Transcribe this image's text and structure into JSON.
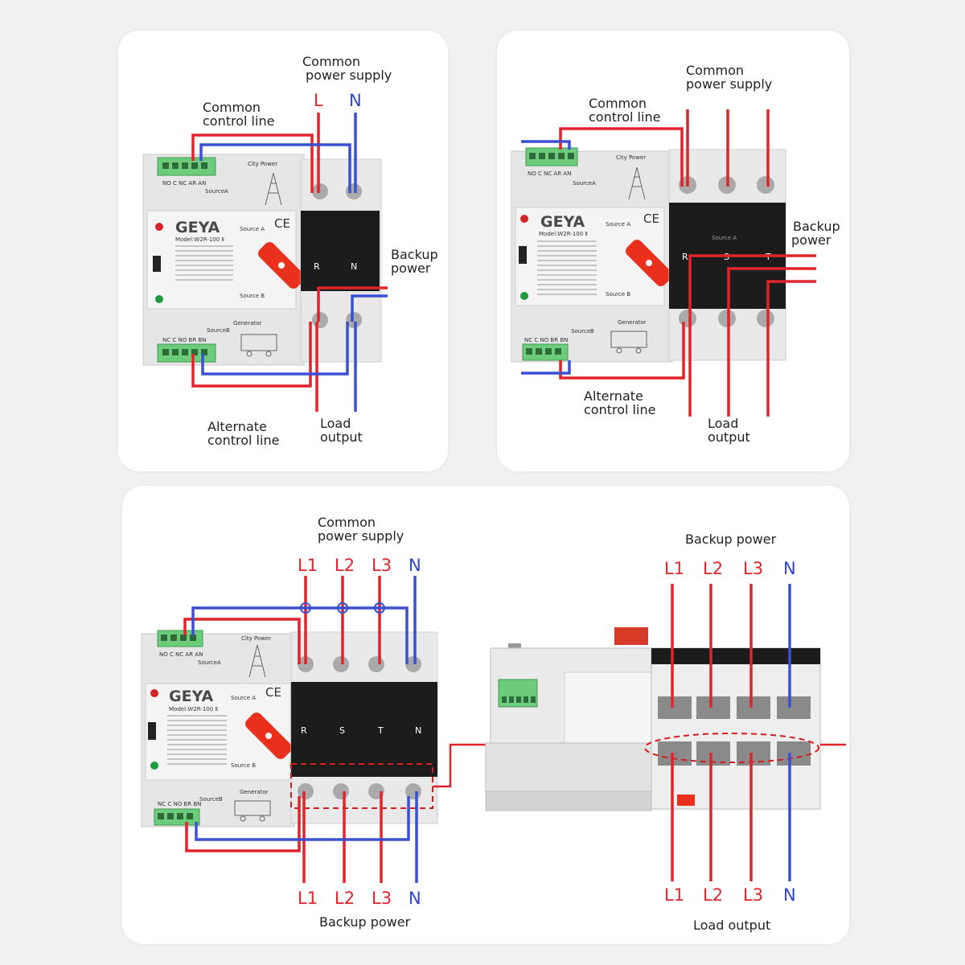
{
  "colors": {
    "live": "#e0242b",
    "neutral": "#3a50d0",
    "device": "#e6e6e6",
    "switch_body": "#1c1c1c",
    "terminal_block": "#6dcc7b",
    "handle": "#e8301c"
  },
  "panel_a": {
    "common_power_supply": [
      "Common",
      "power supply"
    ],
    "common_control_line": [
      "Common",
      "control line"
    ],
    "backup_power": [
      "Backup",
      "power"
    ],
    "alternate_control_line": [
      "Alternate",
      "control line"
    ],
    "load_output": [
      "Load",
      "output"
    ],
    "lines": [
      "L",
      "N"
    ],
    "device": {
      "brand": "GEYA",
      "model": "Model:W2R-100 Ⅱ",
      "top_terminals": "NO C NC AR AN",
      "source_a": "SourceA",
      "bottom_terminals": "NC C NO BR BN",
      "source_b": "SourceB",
      "city_power": "City Power",
      "generator": "Generator",
      "switch_source_a": "Source A",
      "switch_source_b": "Source B",
      "phases": [
        "R",
        "N"
      ]
    }
  },
  "panel_b": {
    "common_power_supply": [
      "Common",
      "power supply"
    ],
    "common_control_line": [
      "Common",
      "control line"
    ],
    "backup_power": [
      "Backup",
      "power"
    ],
    "alternate_control_line": [
      "Alternate",
      "control line"
    ],
    "load_output": [
      "Load",
      "output"
    ],
    "device": {
      "brand": "GEYA",
      "model": "Model:W2R-100 Ⅱ",
      "top_terminals": "NO C NC AR AN",
      "source_a": "SourceA",
      "bottom_terminals": "NC C NO BR BN",
      "source_b": "SourceB",
      "city_power": "City Power",
      "generator": "Generator",
      "switch_source_a": "Source A",
      "switch_source_b": "Source B",
      "phases": [
        "R",
        "S",
        "T"
      ]
    }
  },
  "panel_c": {
    "common_power_supply": [
      "Common",
      "power supply"
    ],
    "backup_power_top": "Backup power",
    "backup_power_bottom": "Backup power",
    "load_output": "Load output",
    "lines": [
      "L1",
      "L2",
      "L3",
      "N"
    ],
    "device": {
      "brand": "GEYA",
      "model": "Model:W2R-100 Ⅱ",
      "top_terminals": "NO C NC AR AN",
      "source_a": "SourceA",
      "bottom_terminals": "NC C NO BR BN",
      "source_b": "SourceB",
      "city_power": "City Power",
      "generator": "Generator",
      "switch_source_a": "Source A",
      "switch_source_b": "Source B",
      "phases": [
        "R",
        "S",
        "T",
        "N"
      ]
    }
  }
}
